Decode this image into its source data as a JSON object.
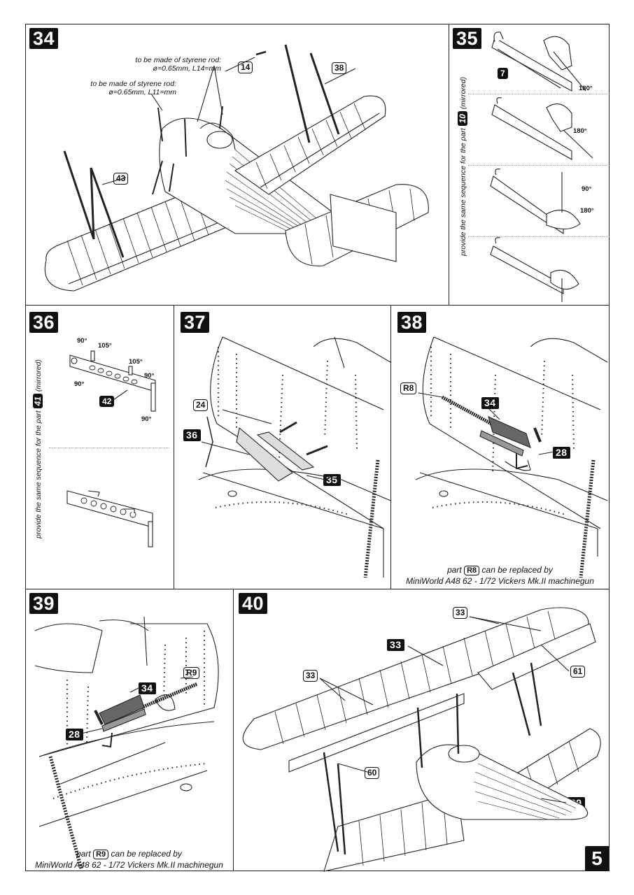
{
  "steps": {
    "s34": {
      "number": "34",
      "note_14": "to be made of styrene rod:\nø=0.65mm, L14=mm",
      "note_11": "to be made of styrene rod:\nø=0.65mm, L11=mm",
      "parts": {
        "p14": "14",
        "p38": "38",
        "p43": "43"
      }
    },
    "s35": {
      "number": "35",
      "vertical_note_a": "provide the same sequence for the part",
      "vertical_part": "10",
      "vertical_note_b": "(mirrored)",
      "part_7": "7",
      "angle_a": "180°",
      "angle_b": "180°",
      "angle_c": "90°",
      "angle_d": "180°"
    },
    "s36": {
      "number": "36",
      "vertical_note_a": "provide the same sequence for the part",
      "vertical_part": "41",
      "vertical_note_b": "(mirrored)",
      "part_42": "42",
      "angles": {
        "a1": "90°",
        "a2": "105°",
        "a3": "105°",
        "a4": "90°",
        "a5": "90°",
        "a6": "90°"
      }
    },
    "s37": {
      "number": "37",
      "parts": {
        "p24": "24",
        "p36": "36",
        "p35": "35"
      }
    },
    "s38": {
      "number": "38",
      "parts": {
        "pR8": "R8",
        "p34": "34",
        "p28": "28"
      },
      "caption_pre": "part",
      "caption_part": "R8",
      "caption_post": "can be replaced by",
      "caption_line2": "MiniWorld A48 62 - 1/72 Vickers Mk.II machinegun"
    },
    "s39": {
      "number": "39",
      "parts": {
        "pR9": "R9",
        "p34": "34",
        "p28": "28"
      },
      "caption_pre": "part",
      "caption_part": "R9",
      "caption_post": "can be replaced by",
      "caption_line2": "MiniWorld A48 62 - 1/72 Vickers Mk.II machinegun"
    },
    "s40": {
      "number": "40",
      "parts": {
        "p33a": "33",
        "p33b": "33",
        "p33c": "33",
        "p61": "61",
        "p60": "60",
        "p39": "39"
      }
    }
  },
  "page_number": "5"
}
